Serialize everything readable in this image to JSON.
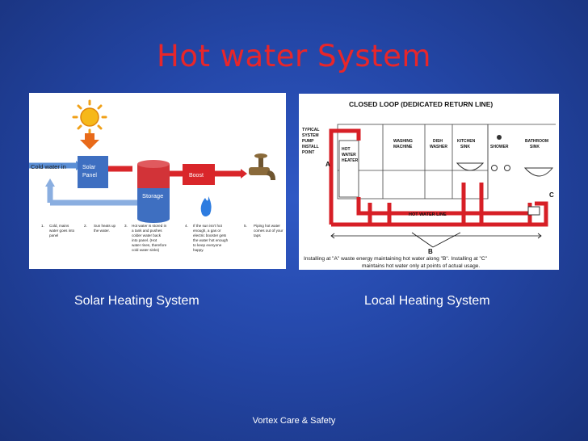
{
  "slide": {
    "title": "Hot water System",
    "caption_left": "Solar Heating System",
    "caption_right": "Local Heating System",
    "footer": "Vortex Care & Safety"
  },
  "solar": {
    "cold_water_in": "Cold water in",
    "solar_panel_1": "Solar",
    "solar_panel_2": "Panel",
    "storage": "Storage",
    "boost": "Boost",
    "steps": [
      {
        "num": "1.",
        "lines": [
          "Cold, mains",
          "water goes into",
          "panel"
        ]
      },
      {
        "num": "2.",
        "lines": [
          "Sun heats up",
          "the water."
        ]
      },
      {
        "num": "3.",
        "lines": [
          "Hot water is stored in",
          "a tank and pushes",
          "colder water back",
          "into panel. (Hot",
          "water rises, therefore",
          "cold water sinks)"
        ]
      },
      {
        "num": "4.",
        "lines": [
          "If the sun isn't hot",
          "enough, a gas or",
          "electric booster gets",
          "the water hot enough",
          "to keep everyone",
          "happy."
        ]
      },
      {
        "num": "5.",
        "lines": [
          "Piping hot water",
          "comes out of your",
          "taps"
        ]
      }
    ]
  },
  "loop": {
    "heading": "CLOSED LOOP (DEDICATED RETURN LINE)",
    "pump_label": [
      "TYPICAL",
      "SYSTEM",
      "PUMP",
      "INSTALL",
      "POINT"
    ],
    "heater": [
      "HOT",
      "WATER",
      "HEATER"
    ],
    "fixtures": [
      [
        "WASHING",
        "MACHINE"
      ],
      [
        "DISH",
        "WASHER"
      ],
      [
        "KITCHEN",
        "SINK"
      ],
      [
        "SHOWER"
      ],
      [
        "BATHROOM",
        "SINK"
      ]
    ],
    "letter_a": "A",
    "letter_b": "B",
    "letter_c": "C",
    "hot_water_line": "HOT WATER LINE",
    "note_line1": "Installing at \"A\" waste energy maintaining hot water along \"B\".  Installing at \"C\"",
    "note_line2": "maintains hot water only at points of actual usage."
  }
}
